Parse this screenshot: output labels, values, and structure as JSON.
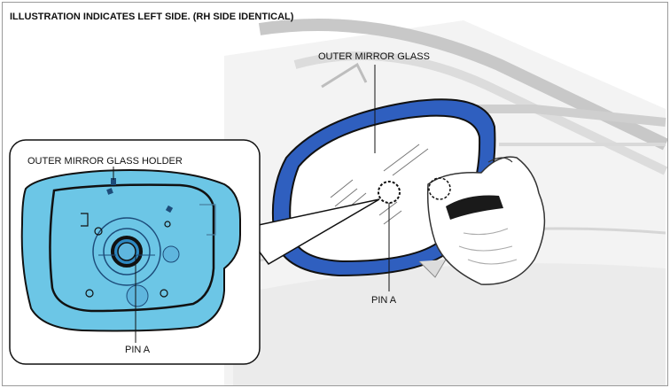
{
  "diagram": {
    "header": "ILLUSTRATION INDICATES LEFT SIDE. (RH SIDE IDENTICAL)",
    "labels": {
      "outer_mirror_glass": "OUTER MIRROR GLASS",
      "outer_mirror_glass_holder": "OUTER MIRROR GLASS HOLDER",
      "pin_main": "PIN A",
      "pin_inset": "PIN A"
    },
    "colors": {
      "mirror_housing_blue": "#2f5fbf",
      "holder_cyan": "#6cc6e6",
      "outline": "#111111",
      "car_body_gray": "#d9d9d9"
    }
  }
}
